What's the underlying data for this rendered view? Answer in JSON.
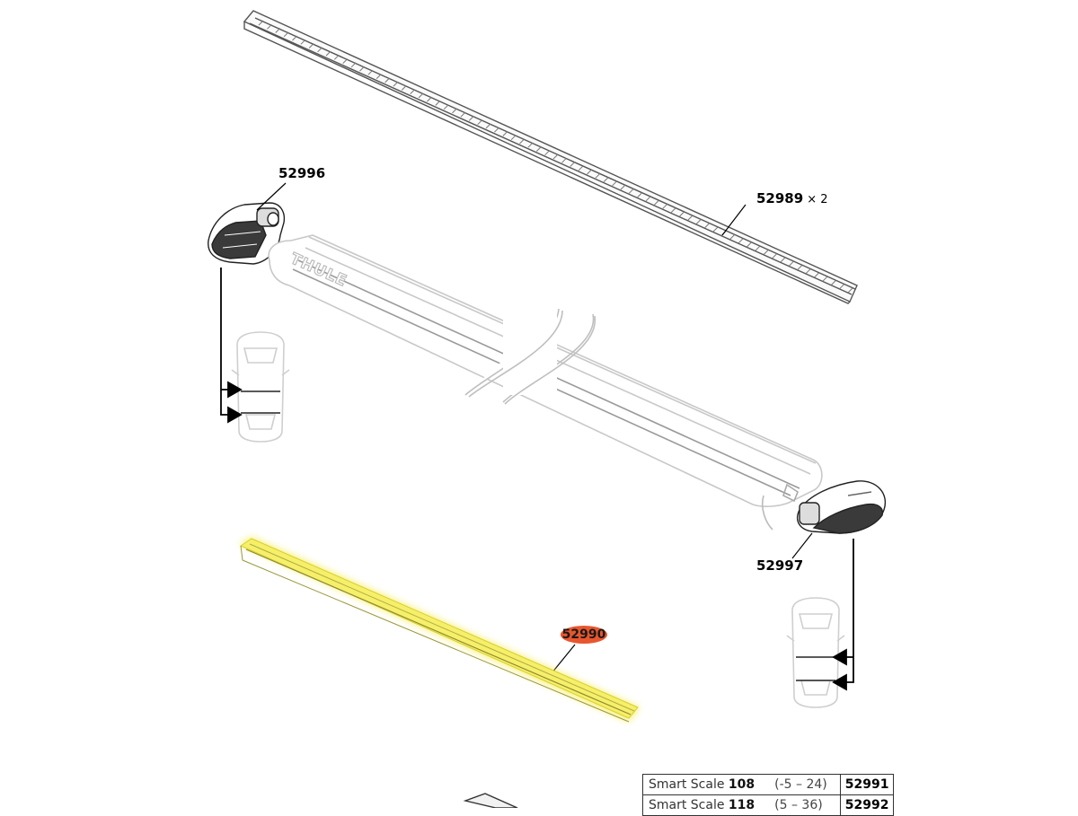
{
  "callouts": {
    "rail": {
      "number": "52989",
      "quantity": "× 2"
    },
    "end_cap_left": {
      "number": "52996"
    },
    "end_cap_right": {
      "number": "52997"
    },
    "rubber_strip": {
      "number": "52990"
    }
  },
  "logo_text": "THULE",
  "highlight_color": "#f4ec4a",
  "badge_color": "#e8562e",
  "size_table": {
    "rows": [
      {
        "name": "Smart Scale",
        "size": "108",
        "range": "(-5 – 24)",
        "part": "52991"
      },
      {
        "name": "Smart Scale",
        "size": "118",
        "range": "(5 – 36)",
        "part": "52992"
      }
    ]
  }
}
